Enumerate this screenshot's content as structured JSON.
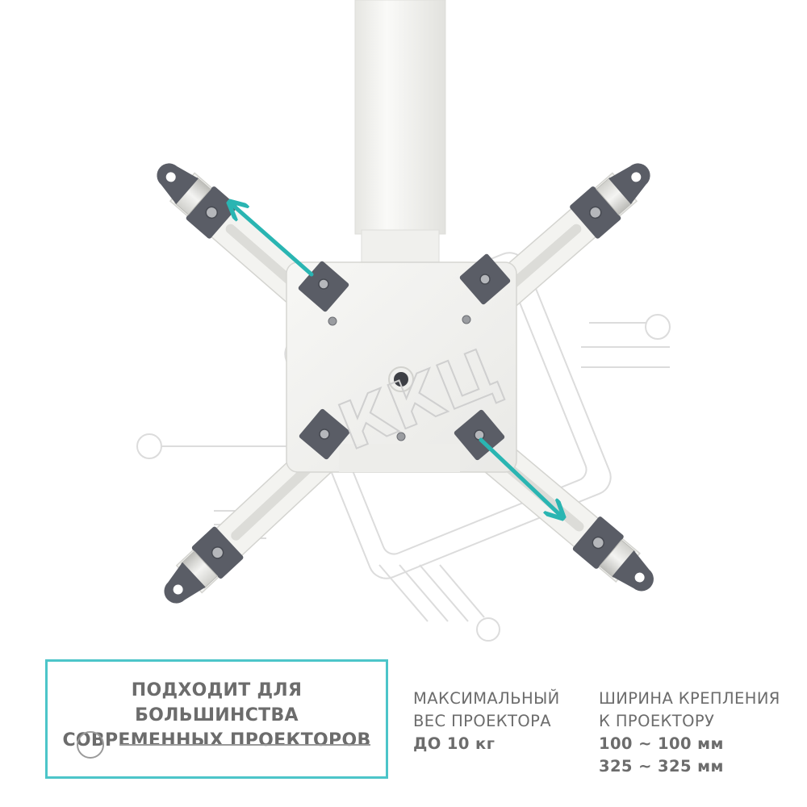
{
  "watermark": "ККЦ",
  "badge": {
    "line1": "ПОДХОДИТ ДЛЯ БОЛЬШИНСТВА",
    "line2": "СОВРЕМЕННЫХ ПРОЕКТОРОВ"
  },
  "weight_spec": {
    "label_line1": "МАКСИМАЛЬНЫЙ",
    "label_line2": "ВЕС ПРОЕКТОРА",
    "value": "ДО 10 кг"
  },
  "width_spec": {
    "label_line1": "ШИРИНА КРЕПЛЕНИЯ",
    "label_line2": "К ПРОЕКТОРУ",
    "value1": "100 ~ 100 мм",
    "value2": "325 ~ 325 мм"
  },
  "colors": {
    "accent": "#4cc5c9",
    "arrow": "#2ab5b2",
    "text": "#6c6c6c",
    "metal": "#f2f2ef",
    "bracket": "#5a5d66"
  }
}
